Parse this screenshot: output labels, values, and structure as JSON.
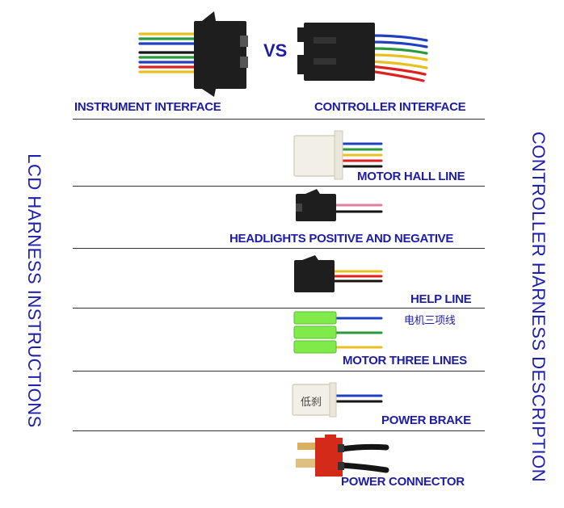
{
  "header": {
    "vs": "VS",
    "instrument_interface": "INSTRUMENT INTERFACE",
    "controller_interface": "CONTROLLER INTERFACE"
  },
  "side": {
    "left": "LCD HARNESS INSTRUCTIONS",
    "right": "CONTROLLER HARNESS DESCRIPTION"
  },
  "rows": [
    {
      "label": "MOTOR HALL LINE"
    },
    {
      "label": "HEADLIGHTS POSITIVE AND NEGATIVE"
    },
    {
      "label": "HELP LINE"
    },
    {
      "label": "MOTOR THREE LINES",
      "chinese_label": "电机三项线"
    },
    {
      "label": "POWER BRAKE",
      "connector_text": "低刹"
    },
    {
      "label": "POWER CONNECTOR"
    }
  ],
  "colors": {
    "label_blue": "#1c1ca8",
    "wire_red": "#e02020",
    "wire_yellow": "#e8c020",
    "wire_green": "#2a9a3a",
    "wire_blue": "#2040c0",
    "wire_black": "#151515",
    "wire_pink": "#e080a0",
    "connector_black": "#1e1e1e",
    "connector_white": "#f2efe6",
    "connector_green": "#7fea4a",
    "connector_red": "#d42a1a"
  }
}
